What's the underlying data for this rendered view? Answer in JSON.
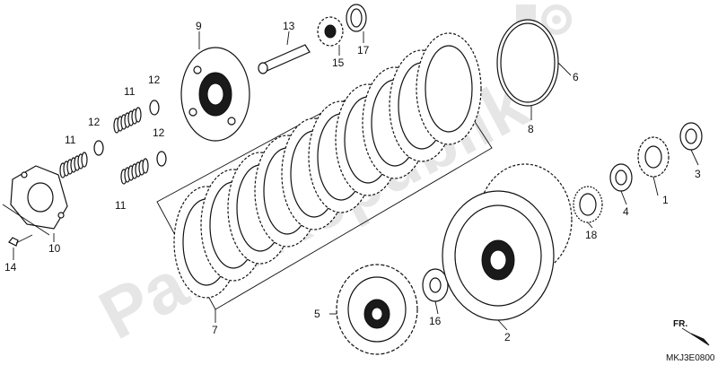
{
  "diagram": {
    "code": "MKJ3E0800",
    "direction_marker": "FR.",
    "watermark": "PartsRepublik",
    "labels": [
      "1",
      "2",
      "3",
      "4",
      "5",
      "6",
      "7",
      "8",
      "9",
      "10",
      "11",
      "11",
      "11",
      "12",
      "12",
      "12",
      "13",
      "14",
      "15",
      "16",
      "17",
      "18"
    ]
  }
}
